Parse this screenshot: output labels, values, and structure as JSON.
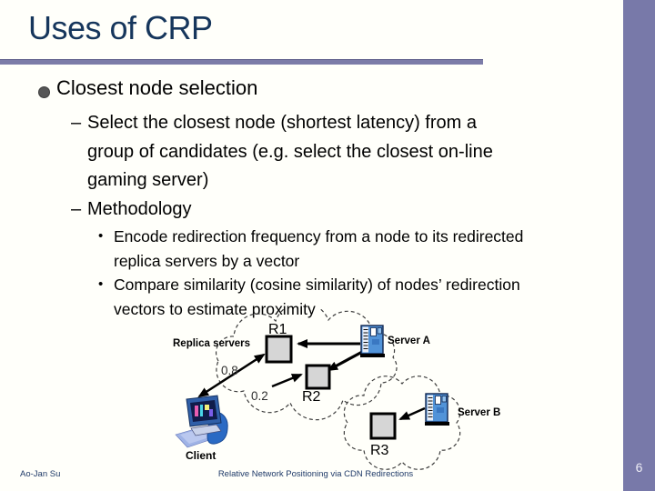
{
  "slide": {
    "title": "Uses of CRP",
    "bullet": "Closest node selection",
    "sub_bullets": [
      {
        "marker": "–",
        "text": "Select the closest node (shortest latency) from a\ngroup of candidates (e.g. select the closest on-line\ngaming server)"
      },
      {
        "marker": "–",
        "text": "Methodology"
      }
    ],
    "detail_bullets": [
      {
        "marker": "•",
        "text": "Encode redirection frequency from a node to its redirected\nreplica servers by a vector"
      },
      {
        "marker": "•",
        "text": "Compare similarity (cosine similarity) of nodes’ redirection\nvectors to estimate proximity"
      }
    ]
  },
  "diagram": {
    "replica_servers_label": "Replica servers",
    "server_a_label": "Server A",
    "server_b_label": "Server B",
    "client_label": "Client",
    "nodes": [
      {
        "label": "R1"
      },
      {
        "label": "R2"
      },
      {
        "label": "R3"
      }
    ],
    "edge_weights": [
      {
        "value": "0.8"
      },
      {
        "value": "0.2"
      }
    ]
  },
  "footer": {
    "author": "Ao-Jan Su",
    "title": "Relative Network Positioning via CDN Redirections",
    "page": "6"
  },
  "colors": {
    "accent_bar": "#7C7CA8",
    "title_text": "#16365C",
    "footer_text": "#1F3A68",
    "node_fill": "#D6D6D6",
    "server_blue": "#5193D8"
  }
}
